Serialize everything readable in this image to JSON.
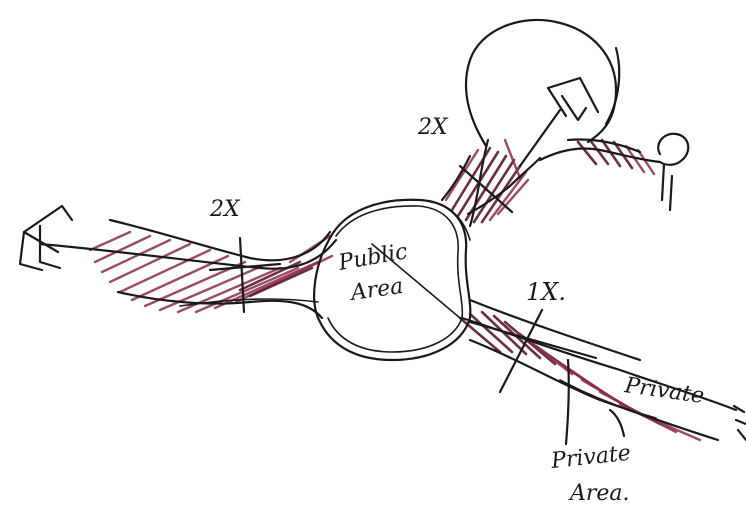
{
  "labels": {
    "count_left": "2X",
    "count_top": "2X",
    "count_right": "1X.",
    "public_line1": "Public",
    "public_line2": "Area",
    "private_path": "Private",
    "private_area_line1": "Private",
    "private_area_line2": "Area."
  },
  "colors": {
    "ink": "#1a1a1a",
    "hatch": "#8b2b4a",
    "hatch_dark": "#5a1a2e"
  }
}
